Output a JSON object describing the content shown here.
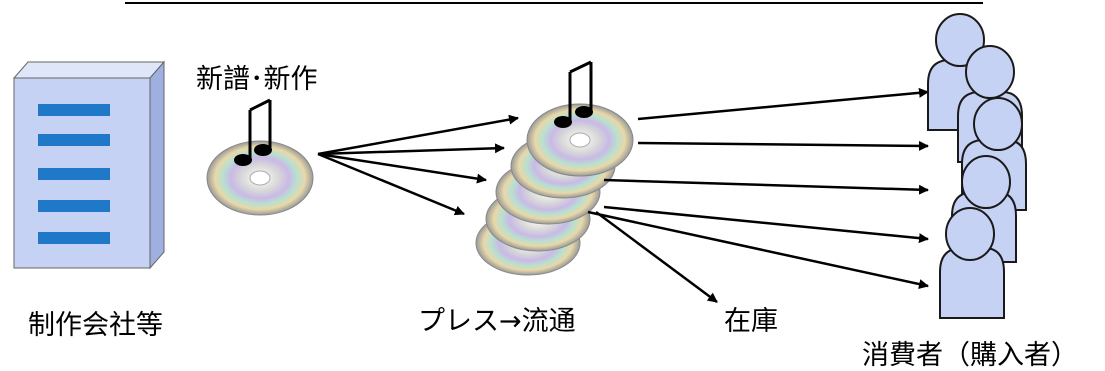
{
  "labels": {
    "new_release": "新譜･新作",
    "producer": "制作会社等",
    "press_distribution": "プレス→流通",
    "inventory": "在庫",
    "consumer": "消費者（購入者）"
  },
  "colors": {
    "building_fill": "#c6d2f4",
    "building_side": "#9fb0e0",
    "building_stripe": "#1f78c8",
    "person_fill": "#c6d2f4",
    "person_stroke": "#1a1a1a",
    "arrow": "#000000"
  },
  "icons": [
    "building-icon",
    "cd-icon",
    "music-note-icon",
    "person-icon"
  ]
}
